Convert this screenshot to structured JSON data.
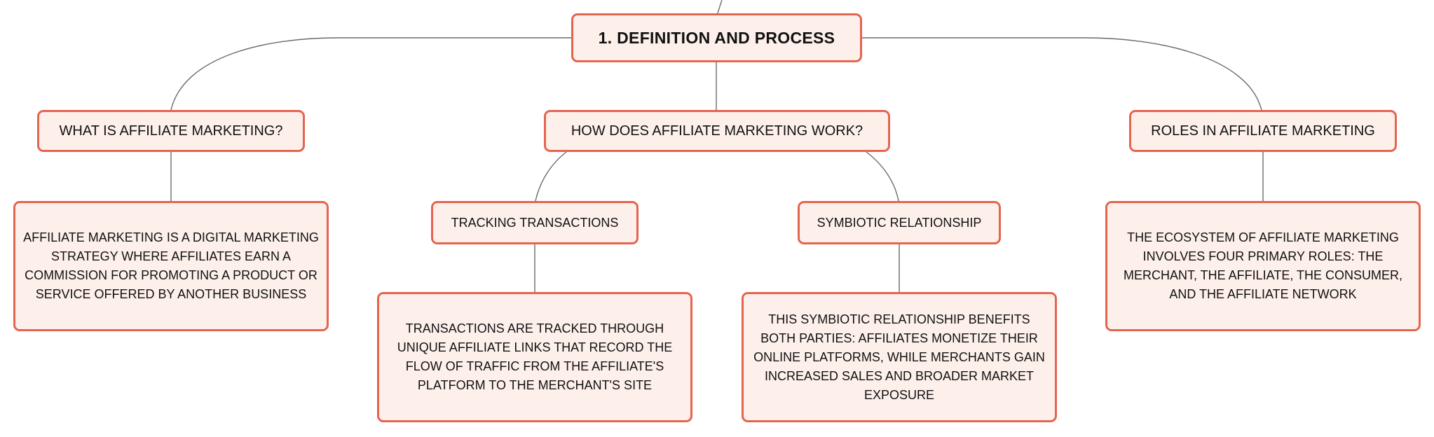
{
  "colors": {
    "node_fill": "#fdf0eb",
    "node_border": "#e5644f",
    "connector": "#6b6b6b",
    "text": "#111111"
  },
  "mindmap": {
    "root": {
      "label": "1. DEFINITION AND PROCESS"
    },
    "branches": [
      {
        "label": "WHAT IS AFFILIATE MARKETING?",
        "detail": "AFFILIATE MARKETING IS A DIGITAL MARKETING STRATEGY WHERE AFFILIATES EARN A COMMISSION FOR PROMOTING A PRODUCT OR SERVICE OFFERED BY ANOTHER BUSINESS"
      },
      {
        "label": "HOW DOES AFFILIATE MARKETING WORK?",
        "children": [
          {
            "label": "TRACKING TRANSACTIONS",
            "detail": "TRANSACTIONS ARE TRACKED THROUGH UNIQUE AFFILIATE LINKS THAT RECORD THE FLOW OF TRAFFIC FROM THE AFFILIATE'S PLATFORM TO THE MERCHANT'S SITE"
          },
          {
            "label": "SYMBIOTIC RELATIONSHIP",
            "detail": "THIS SYMBIOTIC RELATIONSHIP BENEFITS BOTH PARTIES: AFFILIATES MONETIZE THEIR ONLINE PLATFORMS, WHILE MERCHANTS GAIN INCREASED SALES AND BROADER MARKET EXPOSURE"
          }
        ]
      },
      {
        "label": "ROLES IN AFFILIATE MARKETING",
        "detail": "THE ECOSYSTEM OF AFFILIATE MARKETING INVOLVES FOUR PRIMARY ROLES: THE MERCHANT, THE AFFILIATE, THE CONSUMER, AND THE AFFILIATE NETWORK"
      }
    ]
  }
}
